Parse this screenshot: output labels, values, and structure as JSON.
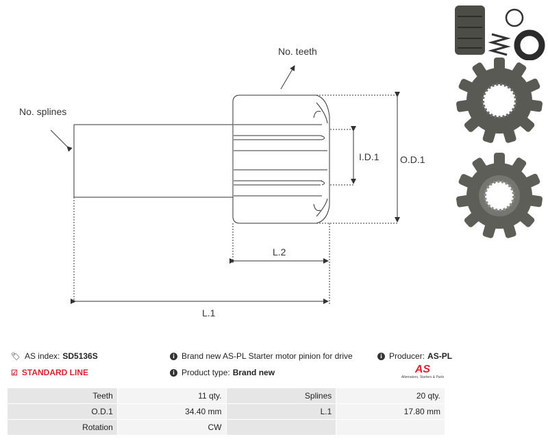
{
  "drawing": {
    "labels": {
      "teeth": "No. teeth",
      "splines": "No. splines",
      "id": "I.D.1",
      "od": "O.D.1",
      "l2": "L.2",
      "l1": "L.1"
    }
  },
  "info": {
    "as_index_label": "AS index:",
    "as_index_value": "SD5136S",
    "line": "STANDARD LINE",
    "description": "Brand new AS-PL Starter motor pinion for drive",
    "product_type_label": "Product type:",
    "product_type_value": "Brand new",
    "producer_label": "Producer:",
    "producer_value": "AS-PL",
    "logo_text": "AS",
    "logo_tagline": "Alternators, Starters & Parts"
  },
  "specs": [
    {
      "k1": "Teeth",
      "v1": "11 qty.",
      "k2": "Splines",
      "v2": "20 qty."
    },
    {
      "k1": "O.D.1",
      "v1": "34.40 mm",
      "k2": "L.1",
      "v2": "17.80 mm"
    },
    {
      "k1": "Rotation",
      "v1": "CW",
      "k2": "",
      "v2": ""
    }
  ],
  "colors": {
    "accent": "#d9232e",
    "metal": "#5a5a55"
  }
}
